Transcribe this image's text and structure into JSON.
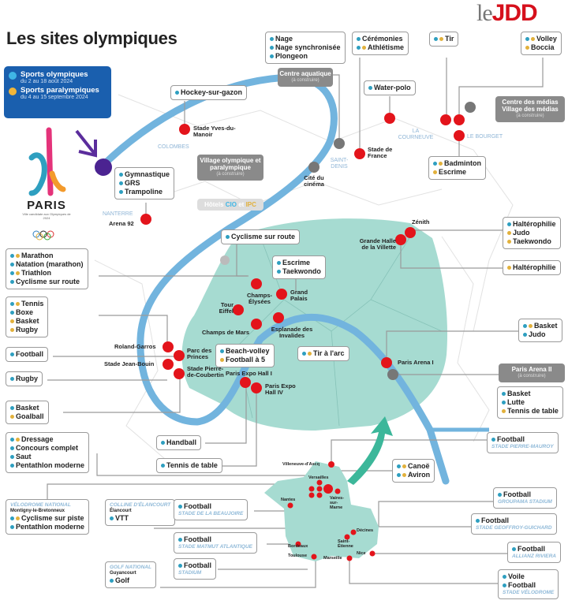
{
  "header": {
    "title": "Les sites olympiques",
    "brand_le": "le",
    "brand_jdd": "JDD"
  },
  "legend": {
    "olympic_label": "Sports olympiques",
    "olympic_dates": "du 2 au 18 août 2024",
    "paralympic_label": "Sports paralympiques",
    "paralympic_dates": "du 4 au 15 septembre 2024"
  },
  "paris_logo": {
    "word": "PARIS",
    "tagline": "Ville candidate aux Olympiques de 2024"
  },
  "colors": {
    "olympic": "#2e9fc0",
    "paralympic": "#e2b13c",
    "venue": "#e3141b",
    "planned": "#777777",
    "paris": "#a6dbd1",
    "seine": "#72b4de"
  },
  "boxes": [
    {
      "id": "aquatique",
      "items": [
        {
          "label": "Nage",
          "o": true
        },
        {
          "label": "Nage synchronisée",
          "o": true
        },
        {
          "label": "Plongeon",
          "o": true
        }
      ]
    },
    {
      "id": "ceremonies",
      "items": [
        {
          "label": "Cérémonies",
          "o": true
        },
        {
          "label": "Athlétisme",
          "o": true,
          "p": true
        }
      ]
    },
    {
      "id": "tir",
      "items": [
        {
          "label": "Tir",
          "o": true,
          "p": true
        }
      ]
    },
    {
      "id": "volley",
      "items": [
        {
          "label": "Volley",
          "o": true,
          "p": true
        },
        {
          "label": "Boccia",
          "p": true
        }
      ]
    },
    {
      "id": "hockey",
      "items": [
        {
          "label": "Hockey-sur-gazon",
          "o": true
        }
      ]
    },
    {
      "id": "waterpolo",
      "items": [
        {
          "label": "Water-polo",
          "o": true
        }
      ]
    },
    {
      "id": "badminton",
      "items": [
        {
          "label": "Badminton",
          "o": true,
          "p": true
        },
        {
          "label": "Escrime",
          "p": true
        }
      ]
    },
    {
      "id": "gym",
      "items": [
        {
          "label": "Gymnastique",
          "o": true
        },
        {
          "label": "GRS",
          "o": true
        },
        {
          "label": "Trampoline",
          "o": true
        }
      ]
    },
    {
      "id": "zenith",
      "items": [
        {
          "label": "Haltérophilie",
          "o": true
        },
        {
          "label": "Judo",
          "p": true
        },
        {
          "label": "Taekwondo",
          "p": true
        }
      ]
    },
    {
      "id": "villette",
      "items": [
        {
          "label": "Haltérophilie",
          "p": true
        }
      ]
    },
    {
      "id": "cyclisme",
      "items": [
        {
          "label": "Cyclisme sur route",
          "o": true
        }
      ]
    },
    {
      "id": "grandpalais",
      "items": [
        {
          "label": "Escrime",
          "o": true
        },
        {
          "label": "Taekwondo",
          "o": true
        }
      ]
    },
    {
      "id": "marathon",
      "items": [
        {
          "label": "Marathon",
          "o": true,
          "p": true
        },
        {
          "label": "Natation (marathon)",
          "o": true
        },
        {
          "label": "Triathlon",
          "o": true,
          "p": true
        },
        {
          "label": "Cyclisme sur route",
          "o": true
        }
      ]
    },
    {
      "id": "tennis",
      "items": [
        {
          "label": "Tennis",
          "o": true,
          "p": true
        },
        {
          "label": "Boxe",
          "o": true
        },
        {
          "label": "Basket",
          "p": true
        },
        {
          "label": "Rugby",
          "p": true
        }
      ]
    },
    {
      "id": "football-parc",
      "items": [
        {
          "label": "Football",
          "o": true
        }
      ]
    },
    {
      "id": "beach",
      "items": [
        {
          "label": "Beach-volley",
          "o": true
        },
        {
          "label": "Football à 5",
          "p": true
        }
      ]
    },
    {
      "id": "tirarc",
      "items": [
        {
          "label": "Tir à l'arc",
          "o": true,
          "p": true
        }
      ]
    },
    {
      "id": "arena1",
      "items": [
        {
          "label": "Basket",
          "o": true,
          "p": true
        },
        {
          "label": "Judo",
          "o": true
        }
      ]
    },
    {
      "id": "rugby",
      "items": [
        {
          "label": "Rugby",
          "o": true
        }
      ]
    },
    {
      "id": "goalball",
      "items": [
        {
          "label": "Basket",
          "o": true
        },
        {
          "label": "Goalball",
          "p": true
        }
      ]
    },
    {
      "id": "arena2",
      "items": [
        {
          "label": "Basket",
          "o": true
        },
        {
          "label": "Lutte",
          "o": true
        },
        {
          "label": "Tennis de table",
          "p": true
        }
      ]
    },
    {
      "id": "handball",
      "items": [
        {
          "label": "Handball",
          "o": true
        }
      ]
    },
    {
      "id": "pierremauroy",
      "items": [
        {
          "label": "Football",
          "o": true
        }
      ],
      "venue": "STADE PIERRE-MAUROY"
    },
    {
      "id": "dressage",
      "items": [
        {
          "label": "Dressage",
          "o": true,
          "p": true
        },
        {
          "label": "Concours complet",
          "o": true
        },
        {
          "label": "Saut",
          "o": true
        },
        {
          "label": "Pentathlon moderne",
          "o": true
        }
      ]
    },
    {
      "id": "tennistable",
      "items": [
        {
          "label": "Tennis de table",
          "o": true
        }
      ]
    },
    {
      "id": "canoe",
      "items": [
        {
          "label": "Canoë",
          "o": true,
          "p": true
        },
        {
          "label": "Aviron",
          "o": true,
          "p": true
        }
      ]
    },
    {
      "id": "velodrome",
      "venue": "VÉLODROME NATIONAL",
      "place": "Montigny-le-Bretonneux",
      "items": [
        {
          "label": "Cyclisme sur piste",
          "o": true,
          "p": true
        },
        {
          "label": "Pentathlon moderne",
          "o": true
        }
      ]
    },
    {
      "id": "colline",
      "venue": "COLLINE D'ÉLANCOURT",
      "place": "Élancourt",
      "items": [
        {
          "label": "VTT",
          "o": true
        }
      ]
    },
    {
      "id": "beaujoire",
      "items": [
        {
          "label": "Football",
          "o": true
        }
      ],
      "venue": "STADE DE LA BEAUJOIRE"
    },
    {
      "id": "groupama",
      "items": [
        {
          "label": "Football",
          "o": true
        }
      ],
      "venue": "GROUPAMA STADIUM"
    },
    {
      "id": "geoffroy",
      "items": [
        {
          "label": "Football",
          "o": true
        }
      ],
      "venue": "STADE GEOFFROY-GUICHARD"
    },
    {
      "id": "matmut",
      "items": [
        {
          "label": "Football",
          "o": true
        }
      ],
      "venue": "STADE MATMUT ATLANTIQUE"
    },
    {
      "id": "allianz",
      "items": [
        {
          "label": "Football",
          "o": true
        }
      ],
      "venue": "ALLIANZ RIVIERA"
    },
    {
      "id": "stadium",
      "items": [
        {
          "label": "Football",
          "o": true
        }
      ],
      "venue": "STADIUM"
    },
    {
      "id": "golf",
      "venue": "GOLF NATIONAL",
      "place": "Guyancourt",
      "items": [
        {
          "label": "Golf",
          "o": true
        }
      ]
    },
    {
      "id": "velodrome-marseille",
      "items": [
        {
          "label": "Voile",
          "o": true
        },
        {
          "label": "Football",
          "o": true
        }
      ],
      "venue": "STADE VÉLODROME"
    }
  ],
  "planned": {
    "aquatique": {
      "name": "Centre aquatique",
      "note": "(à construire)"
    },
    "village": {
      "name": "Village olympique et paralympique",
      "note": "(à construire)"
    },
    "hotels": {
      "a": "Hôtels",
      "b": "CIO",
      "c": "et",
      "d": "IPC"
    },
    "medias": {
      "name": "Centre des médias Village des médias",
      "note": "(à construire)"
    },
    "arena2": {
      "name": "Paris Arena II",
      "note": "(à construire)"
    }
  },
  "map_labels": {
    "yves": "Stade Yves-du-Manoir",
    "colombes": "COLOMBES",
    "nanterre": "NANTERRE",
    "arena92": "Arena 92",
    "saintdenis": "SAINT-DENIS",
    "cite": "Cité du cinéma",
    "sdf": "Stade de France",
    "courneuve": "LA COURNEUVE",
    "bourget": "LE BOURGET",
    "zenith": "Zénith",
    "villette": "Grande Halle de la Villette",
    "champs": "Champs-Élysées",
    "grandpalais": "Grand Palais",
    "eiffel": "Tour Eiffel",
    "mars": "Champs de Mars",
    "invalides": "Esplanade des Invalides",
    "rg": "Roland-Garros",
    "parc": "Parc des Princes",
    "jeanbouin": "Stade Jean-Bouin",
    "coubertin": "Stade Pierre-de-Coubertin",
    "expo1": "Paris Expo Hall I",
    "expo4": "Paris Expo Hall IV",
    "arena1": "Paris Arena I"
  },
  "france_labels": {
    "villeneuve": "Villeneuve-d'Ascq",
    "versailles": "Versailles",
    "vaires": "Vaires-sur-Marne",
    "nantes": "Nantes",
    "bordeaux": "Bordeaux",
    "toulouse": "Toulouse",
    "marseille": "Marseille",
    "nice": "Nice",
    "etienne": "Saint-Étienne",
    "decines": "Décines"
  }
}
